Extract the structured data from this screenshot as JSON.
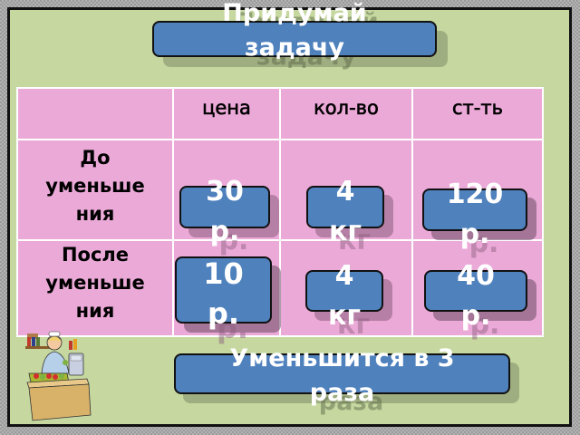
{
  "title_button": {
    "label": "Придумай\nзадачу"
  },
  "table": {
    "headers": [
      "",
      "цена",
      "кол-во",
      "ст-ть"
    ],
    "rows": [
      {
        "label": "До\nуменьше\nния"
      },
      {
        "label": "После\nуменьше\nния"
      }
    ]
  },
  "answers": {
    "row1": {
      "price": "30\nр.",
      "quantity": "4\nкг",
      "cost": "120\nр."
    },
    "row2": {
      "price": "10\nр.",
      "quantity": "4\nкг",
      "cost": "40\nр."
    }
  },
  "result_button": {
    "label": "Уменьшится в 3\nраза"
  },
  "illustration": {
    "icon": "shopkeeper-icon"
  },
  "colors": {
    "background": "#c6d8a0",
    "table_cell": "#eba9d8",
    "button_fill": "#4f81bd",
    "button_text": "#ffffff"
  }
}
